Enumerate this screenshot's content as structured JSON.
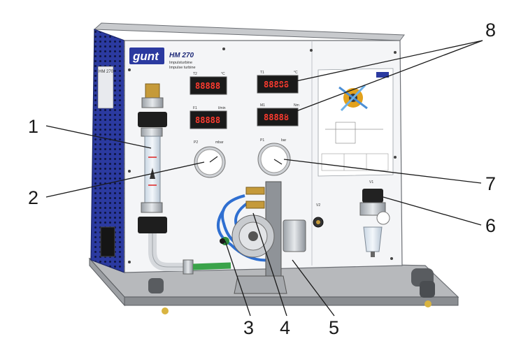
{
  "device": {
    "logo_text": "gunt",
    "model": "HM 270",
    "subtitle_de": "Impulsturbine",
    "subtitle_en": "Impulse turbine",
    "side_label": "HM 270"
  },
  "displays": [
    {
      "tag": "T2",
      "unit": "°C",
      "value": "88888"
    },
    {
      "tag": "T1",
      "unit": "°C",
      "value": "88888"
    },
    {
      "tag": "F1",
      "unit": "l/min",
      "value": "88888"
    },
    {
      "tag": "M1",
      "unit": "Nm",
      "value": "88888"
    }
  ],
  "gauges": [
    {
      "tag": "P2",
      "unit": "mbar"
    },
    {
      "tag": "P1",
      "unit": "bar"
    }
  ],
  "valves": {
    "v1": "V1",
    "v2": "V2"
  },
  "callouts": [
    {
      "number": "1"
    },
    {
      "number": "2"
    },
    {
      "number": "3"
    },
    {
      "number": "4"
    },
    {
      "number": "5"
    },
    {
      "number": "6"
    },
    {
      "number": "7"
    },
    {
      "number": "8"
    }
  ],
  "colors": {
    "frame_blue": "#2b3aa0",
    "panel_white": "#f4f5f7",
    "panel_grey": "#d9dbde",
    "hose_blue": "#2f6fd1",
    "hose_green": "#3aa34a",
    "brass": "#c59a3a",
    "led_red": "#ff3b2f"
  }
}
